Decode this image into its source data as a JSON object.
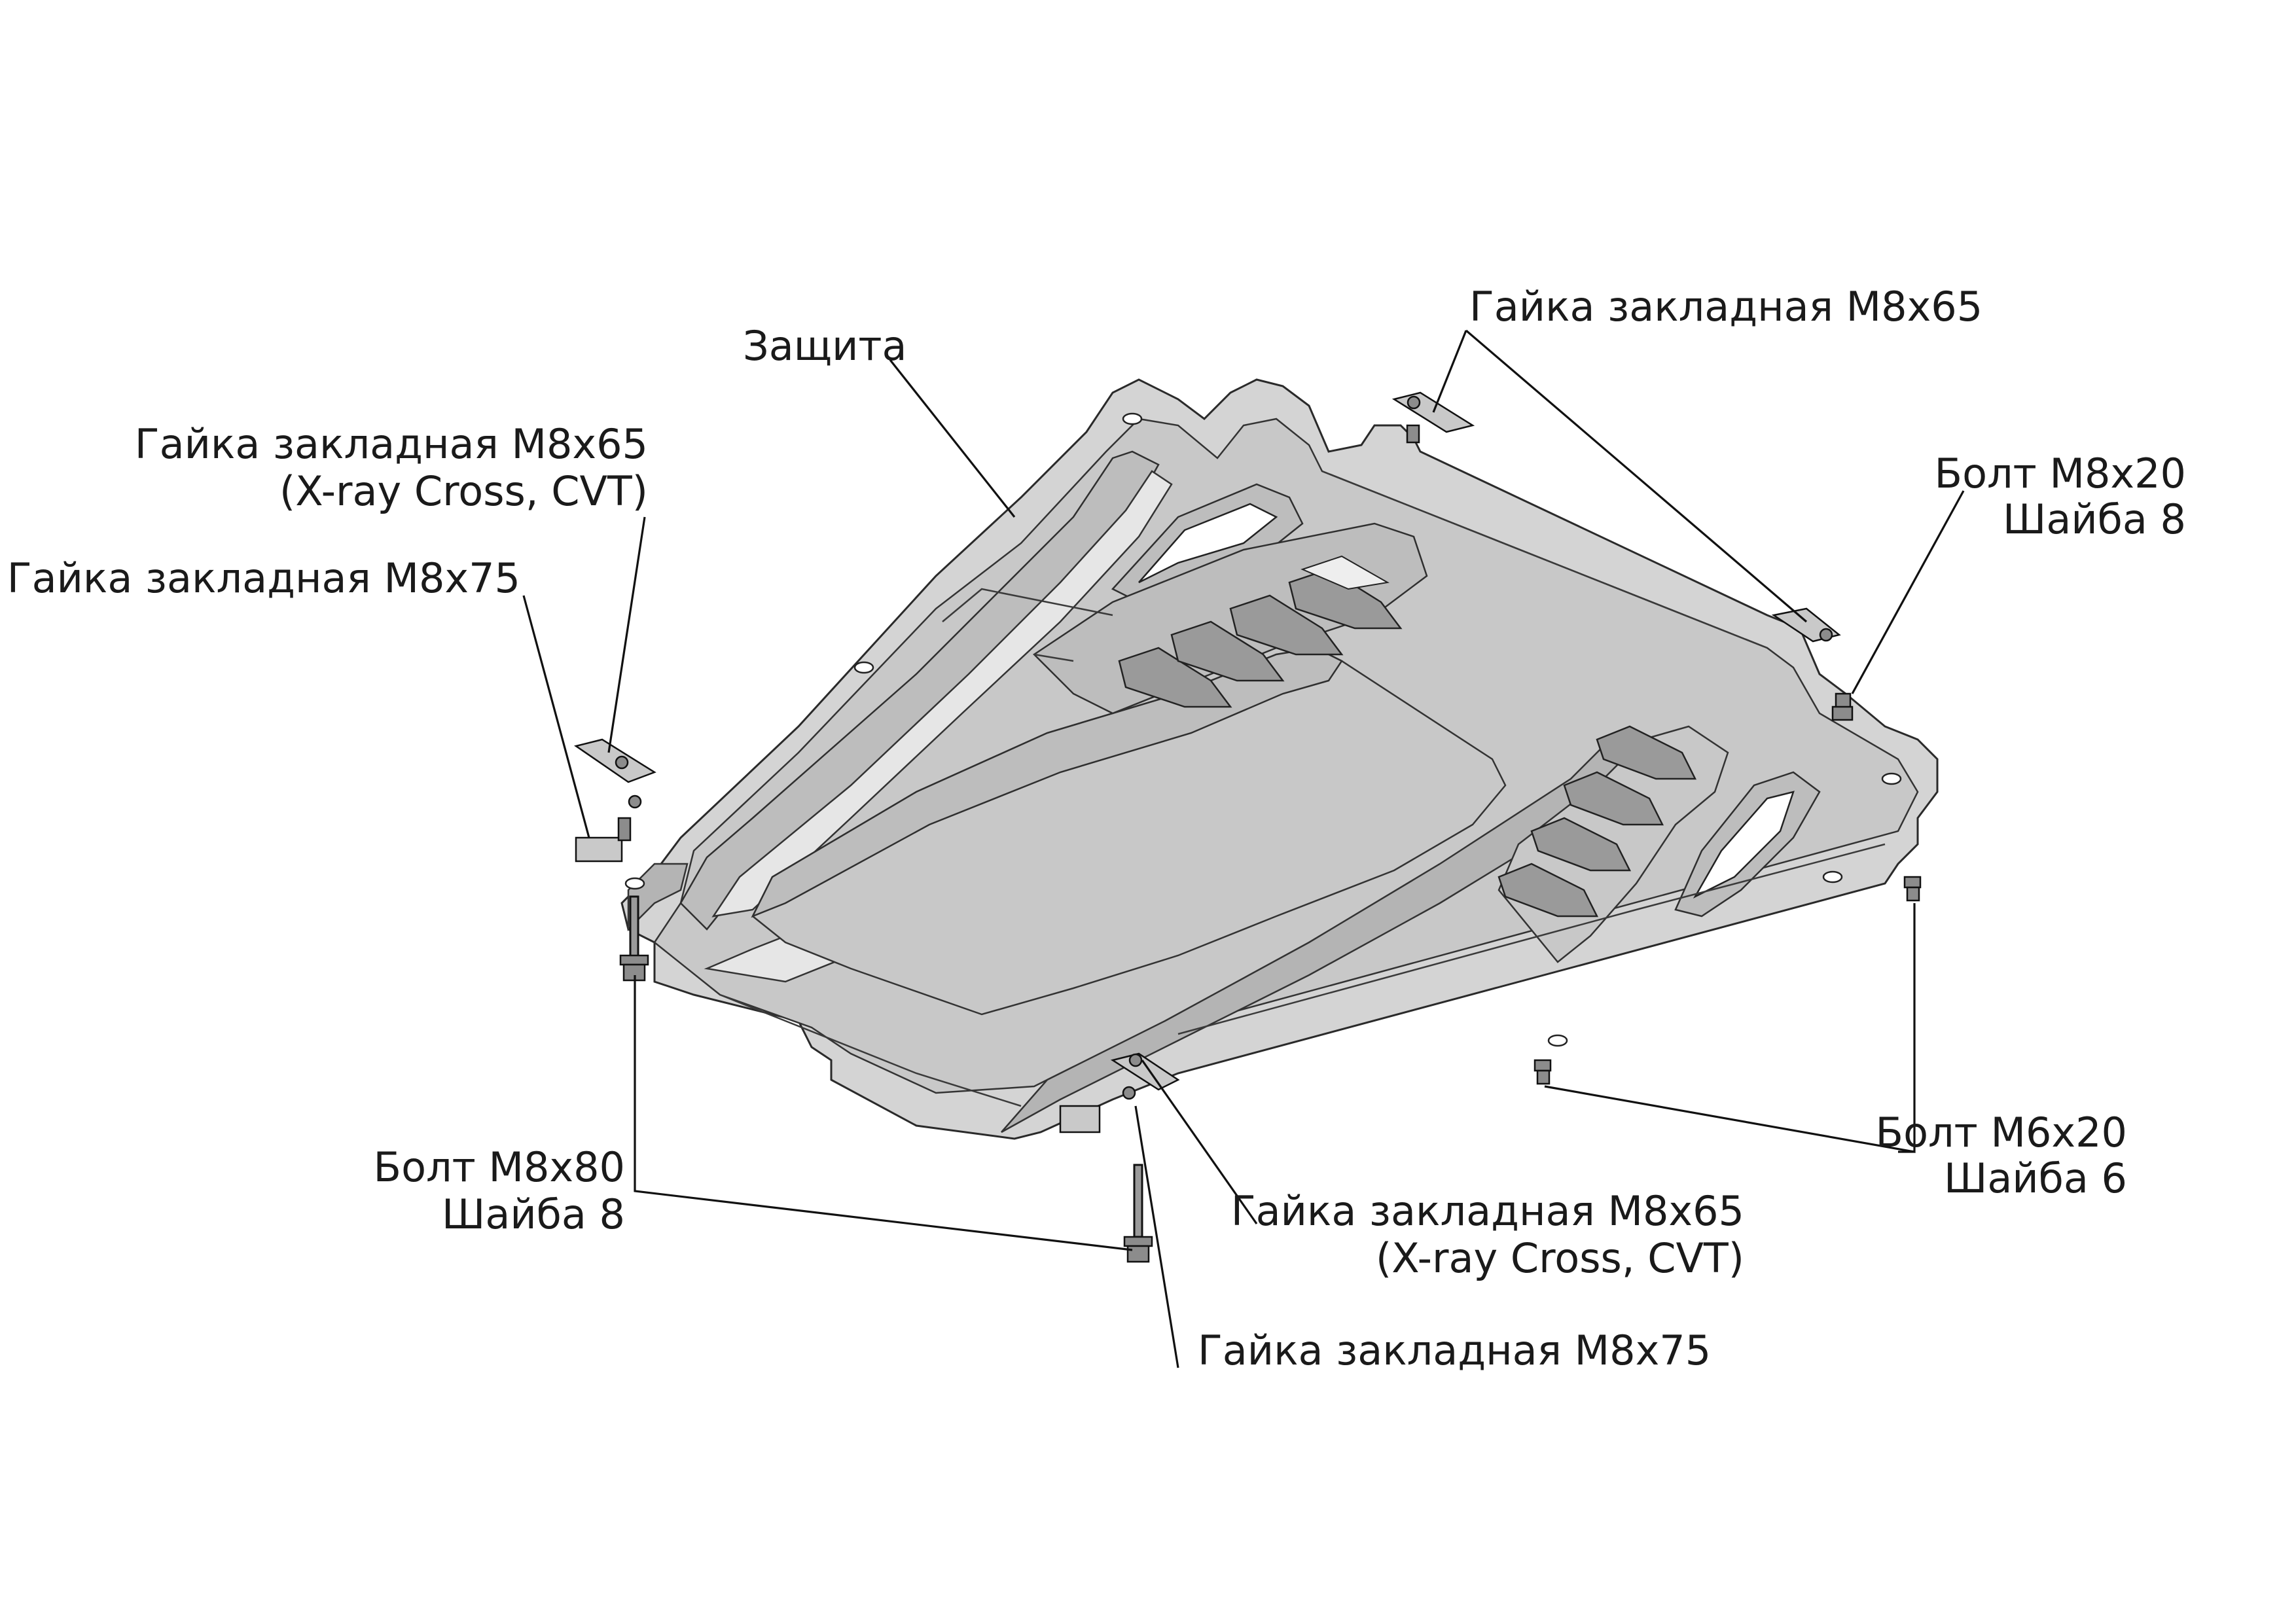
{
  "labels": {
    "shield": "Защита",
    "nut_top_right": "Гайка закладная М8х65",
    "nut_left_xray_1": "Гайка закладная М8х65",
    "nut_left_xray_2": "(X-ray Cross, CVT)",
    "nut_left_m8x75": "Гайка закладная М8х75",
    "bolt_right_1": "Болт М8х20",
    "bolt_right_2": "Шайба 8",
    "bolt_m6_1": "Болт М6х20",
    "bolt_m6_2": "Шайба 6",
    "bolt_m8x80_1": "Болт М8х80",
    "bolt_m8x80_2": "Шайба 8",
    "nut_bottom_xray_1": "Гайка закладная М8х65",
    "nut_bottom_xray_2": "(X-ray Cross, CVT)",
    "nut_bottom_m8x75": "Гайка закладная М8х75"
  }
}
